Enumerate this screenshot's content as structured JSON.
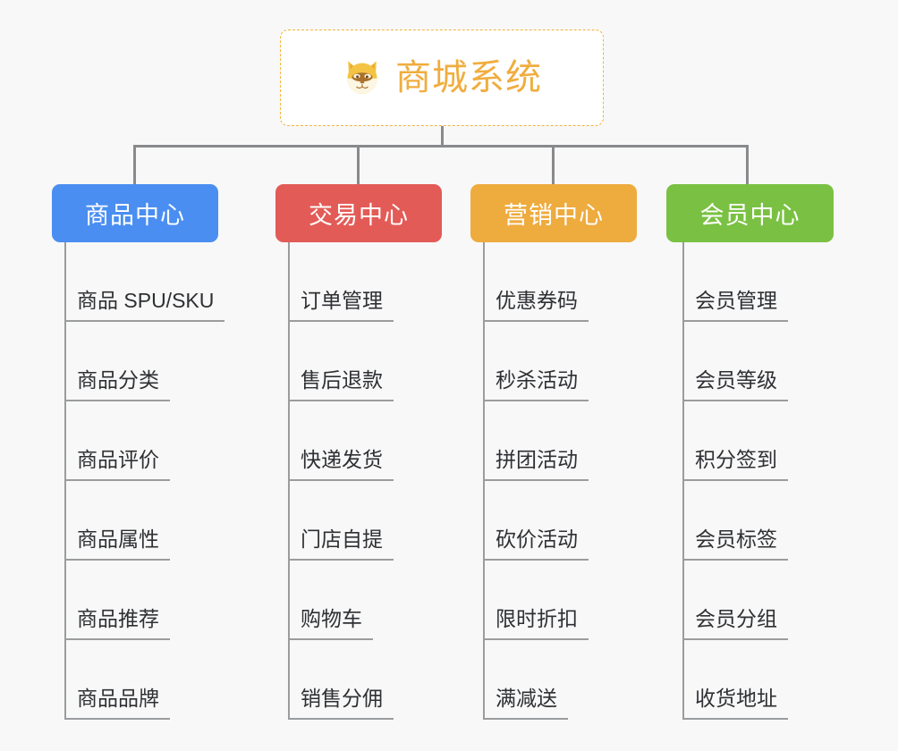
{
  "page": {
    "background_color": "#f8f8f8",
    "type": "mindmap"
  },
  "root": {
    "title": "商城系统",
    "icon": "shiba-dog-icon",
    "text_color": "#f0ad3e",
    "border_color": "#f2b43c",
    "background_color": "#ffffff"
  },
  "connector": {
    "color": "#888a8c"
  },
  "columns": [
    {
      "title": "商品中心",
      "color": "#4a8ef1",
      "items": [
        "商品 SPU/SKU",
        "商品分类",
        "商品评价",
        "商品属性",
        "商品推荐",
        "商品品牌"
      ]
    },
    {
      "title": "交易中心",
      "color": "#e35b57",
      "items": [
        "订单管理",
        "售后退款",
        "快递发货",
        "门店自提",
        "购物车",
        "销售分佣"
      ]
    },
    {
      "title": "营销中心",
      "color": "#eeab3e",
      "items": [
        "优惠券码",
        "秒杀活动",
        "拼团活动",
        "砍价活动",
        "限时折扣",
        "满减送"
      ]
    },
    {
      "title": "会员中心",
      "color": "#7ac143",
      "items": [
        "会员管理",
        "会员等级",
        "积分签到",
        "会员标签",
        "会员分组",
        "收货地址"
      ]
    }
  ]
}
